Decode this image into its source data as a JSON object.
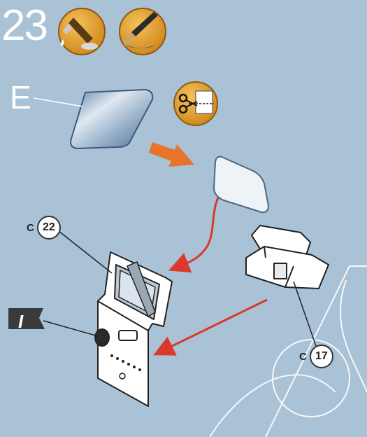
{
  "step": {
    "number": "23"
  },
  "part": {
    "letter": "E"
  },
  "callouts": [
    {
      "prefix": "C",
      "number": "22"
    },
    {
      "prefix": "C",
      "number": "17"
    }
  ],
  "flag": {
    "label": "I"
  },
  "icons": {
    "tool_1": "glue-brush-icon",
    "tool_2": "paint-brush-icon",
    "tool_3": "scissors-icon"
  },
  "colors": {
    "background": "#a9c2d6",
    "tool_badge": "#e3a12f",
    "arrow_orange": "#e8732a",
    "arrow_red": "#d93a2b"
  }
}
